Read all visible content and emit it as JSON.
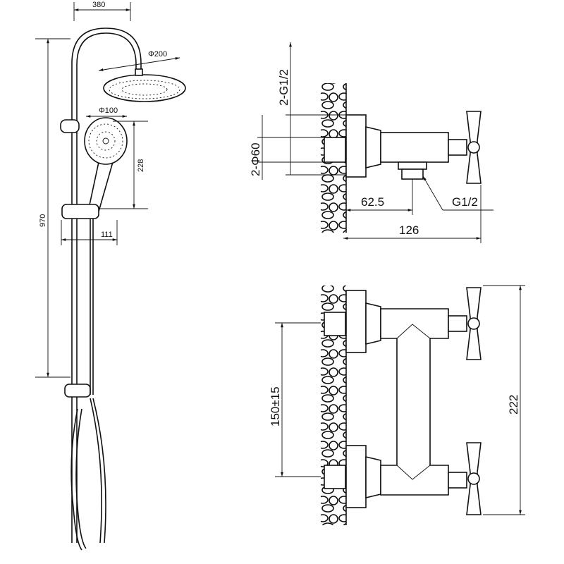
{
  "shower_column": {
    "width_label": "380",
    "head_diameter_label": "Φ200",
    "hand_diameter_label": "Φ100",
    "hand_height_label": "228",
    "total_height_label": "970",
    "slider_offset_label": "111"
  },
  "valve_side_view": {
    "thread_label": "2-G1/2",
    "flange_label": "2-Φ60",
    "outlet_depth_label": "62.5",
    "outlet_thread_label": "G1/2",
    "total_depth_label": "126"
  },
  "valve_front_view": {
    "center_distance_label": "150±15",
    "total_height_label": "222"
  }
}
